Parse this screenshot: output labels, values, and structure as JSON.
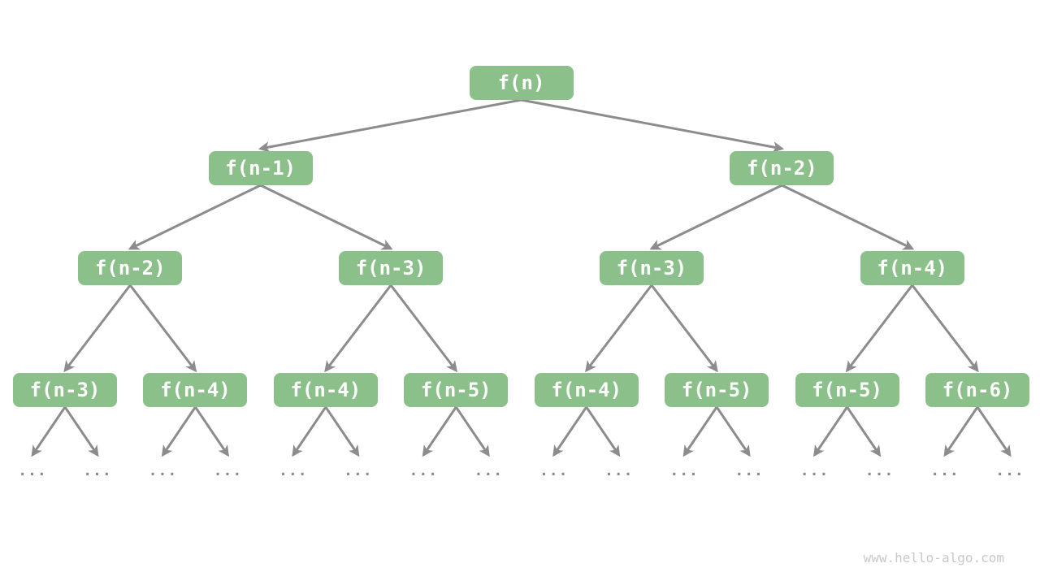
{
  "watermark": "www.hello-algo.com",
  "colors": {
    "background": "#ffffff",
    "node_fill": "#8cc08b",
    "node_text": "#ffffff",
    "edge": "#8c8c8c",
    "ellipsis": "#8a8a8a",
    "watermark": "#c9c9c9"
  },
  "tree": {
    "description": "recursion-tree",
    "levels": [
      {
        "nodes": [
          "f(n)"
        ]
      },
      {
        "nodes": [
          "f(n-1)",
          "f(n-2)"
        ]
      },
      {
        "nodes": [
          "f(n-2)",
          "f(n-3)",
          "f(n-3)",
          "f(n-4)"
        ]
      },
      {
        "nodes": [
          "f(n-3)",
          "f(n-4)",
          "f(n-4)",
          "f(n-5)",
          "f(n-4)",
          "f(n-5)",
          "f(n-5)",
          "f(n-6)"
        ]
      }
    ],
    "ellipsis": "..."
  }
}
